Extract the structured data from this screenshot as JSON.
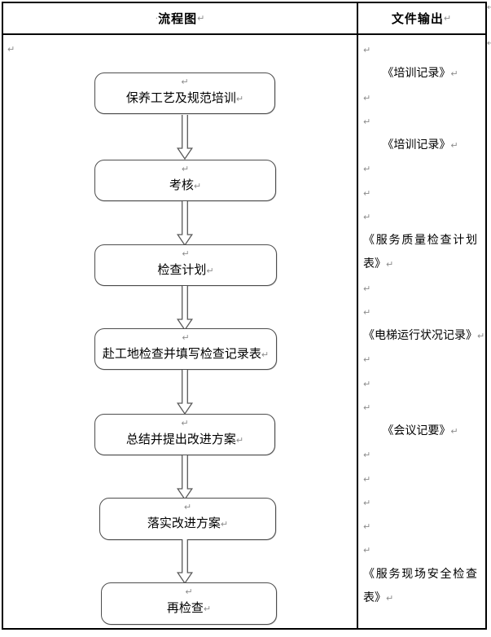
{
  "header": {
    "flow_column_label": "流程图",
    "output_column_label": "文件输出"
  },
  "marks": {
    "pilcrow": "↵",
    "space_dot": "·"
  },
  "flowchart": {
    "steps": [
      {
        "label": "保养工艺及规范培训"
      },
      {
        "label": "考核"
      },
      {
        "label": "检查计划"
      },
      {
        "label": "赴工地检查并填写检查记录表"
      },
      {
        "label": "总结并提出改进方案"
      },
      {
        "label": "落实改进方案"
      },
      {
        "label": "再检查"
      }
    ]
  },
  "outputs": {
    "items": [
      {
        "label": "《培训记录》"
      },
      {
        "label": "《培训记录》"
      },
      {
        "label": "《服务质量检查计划表》"
      },
      {
        "label": "《电梯运行状况记录》"
      },
      {
        "label": "《会议记要》"
      },
      {
        "label": "《服务现场安全检查表》"
      }
    ]
  },
  "colors": {
    "table_border": "#000000",
    "shape_line": "#595959",
    "formatting_mark": "#8c8c8c",
    "text": "#000000",
    "background": "#ffffff"
  }
}
